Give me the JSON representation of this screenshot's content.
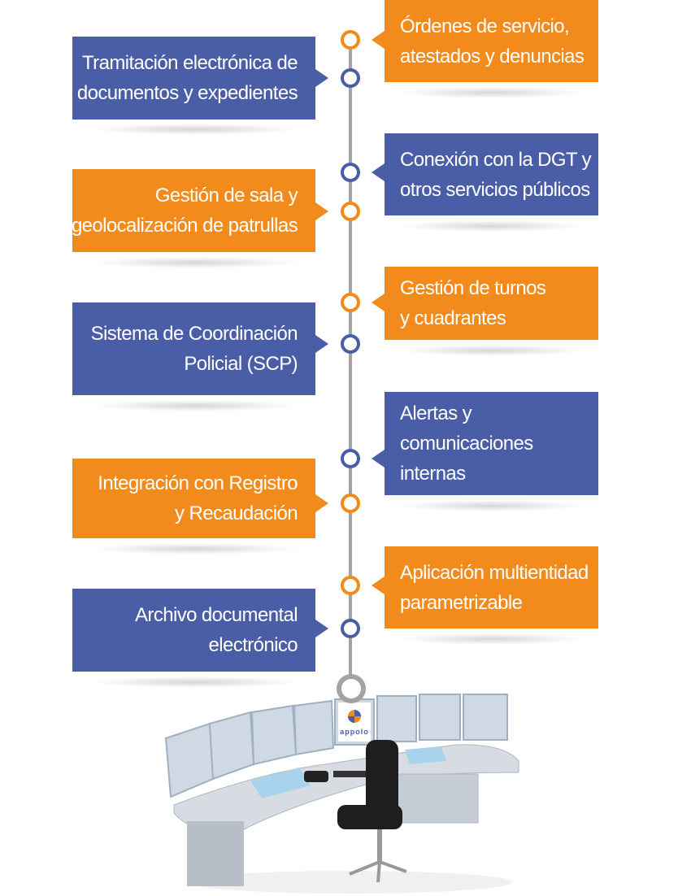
{
  "colors": {
    "blue": "#4a5ea8",
    "orange": "#f28a1c",
    "line": "#a3a3a3"
  },
  "left_items": [
    {
      "lines": [
        "Tramitación electrónica de",
        "documentos y expedientes"
      ],
      "color": "blue"
    },
    {
      "lines": [
        "Gestión de sala y",
        "geolocalización de patrullas"
      ],
      "color": "orange"
    },
    {
      "lines": [
        "Sistema de Coordinación",
        "Policial (SCP)"
      ],
      "color": "blue"
    },
    {
      "lines": [
        "Integración con Registro",
        "y Recaudación"
      ],
      "color": "orange"
    },
    {
      "lines": [
        "Archivo documental",
        "electrónico"
      ],
      "color": "blue"
    }
  ],
  "right_items": [
    {
      "lines": [
        "Órdenes de servicio,",
        "atestados y denuncias"
      ],
      "color": "orange"
    },
    {
      "lines": [
        "Conexión con la DGT y",
        "otros servicios públicos"
      ],
      "color": "blue"
    },
    {
      "lines": [
        "Gestión de turnos",
        "y cuadrantes"
      ],
      "color": "orange"
    },
    {
      "lines": [
        "Alertas y",
        "comunicaciones",
        "internas"
      ],
      "color": "blue"
    },
    {
      "lines": [
        "Aplicación multientidad",
        "parametrizable"
      ],
      "color": "orange"
    }
  ],
  "logo": {
    "text": "appolo"
  }
}
